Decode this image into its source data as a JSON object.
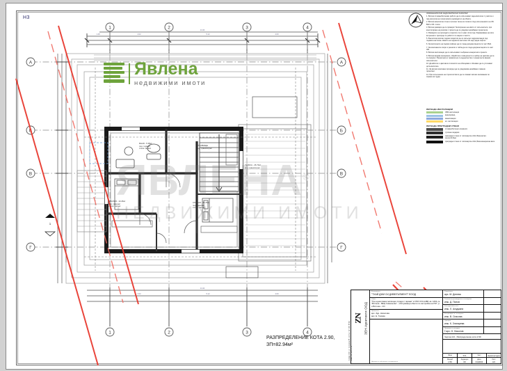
{
  "sheet": {
    "corner_label": "Н3",
    "plan_title_line1": "РАЗПРЕДЕЛЕНИЕ КОТА 2.90,",
    "plan_title_line2": "ЗП=82.94м²"
  },
  "logo": {
    "brand": "Явлена",
    "tagline": "недвижими имоти",
    "color": "#6ea33c"
  },
  "watermark": {
    "main": "ЯВЛЕНА",
    "registered": "®",
    "sub": "НЕДВИЖИМИ ИМОТИ"
  },
  "notes": {
    "heading": "ОБЯСНЕНИЯ КЪМ ЗАДЪЛЖИТЕЛНИ ХАРАКТЕР",
    "items": [
      "1. Всички стоманобетонови работи да се изпълняват задължително с участие и под контрола на техническия ръководител на обекта.",
      "2. Всички монолитни стени и колони тяхна се полагат след изпълнението на СБ. Вий и СБ. плочи.",
      "3. Всички размери да се проверят безпогрешно на място от изпълнителя, при констатиране на разлика с проекта да се уведоми незабавно проектанта.",
      "4. Размерите на проходите и вратите са от ниво готов под. Изравняване на кота вътрешни и прозорци се работят по мерки от място.",
      "5. Във всички всички подови покрития да се изпълни хидроизолация под първата настилка. Нивото на подовите настилки 1% над подов софтит.",
      "6. За височините на подови сифони да се гледа документацията по част ВиК.",
      "7. За монтажните опори и решетки и табла да се гледа документацията по част ОВ.",
      "8. Всички инсталации да се изпълняват съобразно конкретните проекти.",
      "9. Всички видове материали, обработки и повърхности и набор на цветове да се съгласува с Проектанта в тримесечно сътрудничество с конкретните фирми изпълнители.",
      "10. Детайлите и цветовете плоскости на облицовки и обшивки да се уточняват допълнително.",
      "11. За всички монтажни прозорци да се уведомява незабавно главния проектант.",
      "12. При изпълнение на строителството да се спазват всички изисквания по охрана на труда."
    ]
  },
  "legend": {
    "title_top": "ЛЕГЕНДА ИНСТАЛАЦИИ",
    "rows_top": [
      {
        "label": "ОВК инсталация",
        "color": "#a9d18e"
      },
      {
        "label": "водопровод",
        "color": "#9dc3e6"
      },
      {
        "label": "канализация",
        "color": "#8faadc"
      },
      {
        "label": "ел. инсталация",
        "color": "#ffd966"
      }
    ],
    "title_bottom": "ЛЕГЕНДА ПРЕГРАДНИ СТЕНИ",
    "rows_bottom": [
      {
        "label": "стоманобетонни елементи",
        "color": "#4d4d4d"
      },
      {
        "label": "тухлена зидария",
        "color": "#2f2f2f"
      },
      {
        "label": "преградни стени от гипсокартон 2х12,5мм-метал. скелет/2,5мм",
        "color": "#1f1f1f"
      },
      {
        "label": "преградни стени от гипсокартон 2х12,5мм-минерална вата",
        "color": "#111111"
      }
    ]
  },
  "grid": {
    "top_markers": [
      "1",
      "2",
      "3",
      "4"
    ],
    "left_markers": [
      "А",
      "Б",
      "В",
      "Г"
    ],
    "right_markers": [
      "А",
      "Б",
      "В",
      "Г"
    ],
    "bottom_markers": [
      "1",
      "2",
      "3",
      "4"
    ]
  },
  "rooms": [
    {
      "name": "БАНЯ - 5.38м²",
      "sub": "под: теракот",
      "sub2": "стени: фаянс"
    },
    {
      "name": "ТЕРАСА - 26.72м²",
      "sub": "под: гранитогрес"
    },
    {
      "name": "СПАЛНЯ - 14.25м²",
      "sub": "под: ламинат",
      "sub2": "стени: латекс"
    },
    {
      "name": "СПАЛНЯ - 13.26м²",
      "sub": "под: ламинат",
      "sub2": "стени: латекс"
    },
    {
      "name": "СТЪЛБИЩЕ",
      "sub": "под: гранитогрес"
    }
  ],
  "title_block": {
    "studio": {
      "monogram": "ZN",
      "name": "ЗЕН Архитекти ООД",
      "address": "София 1000, ул. Солунска 45, ет.2 тел: 02 / 981 65 44; факс: 02 / 986 37 12"
    },
    "builder": {
      "caption": "Възложител:",
      "value": "\"ТХАЙ ДЖИ СИ ДИВЕЛЪПМЕНТ\" ЕООД"
    },
    "object": {
      "caption": "Обект:",
      "value": "\"Три едноетажни жилищни сгради с гаражи\" в УПИ XVII-1488, кв. 126А, м. \"Витоша - ВЕЦ Симеоново\" - обслужващи обекти по застройка на ПИ\", р-н Витоша - СО"
    },
    "designer": {
      "caption": "Проектант:",
      "value1": "арх. Здр. Николова",
      "value2": "арх. Е. Томова"
    },
    "footer_note": "Чертежът е собственост на проектанта",
    "staff": [
      {
        "caption": "Разработил:",
        "value": "арх. М. Денева"
      },
      {
        "caption": "Технически ръководител и отговорник:",
        "value": "инж. Д. Попов"
      },
      {
        "caption": "Конструктивна част:",
        "value": "инж. Л. Агаджани"
      },
      {
        "caption": "Контролирал и съгласувал:",
        "value": "инж. В. Спасова"
      },
      {
        "caption": "Одобрил:",
        "value": "инж. К. Златарева"
      },
      {
        "caption": "Проверил и утвърдил:",
        "value": "Г.арх. Н. Николов"
      }
    ],
    "sheet_name": "Чертеж Н3 - Разпределение кота 2.90",
    "bottom": {
      "fase_caption": "Фаза",
      "fase_value": "Т.П.",
      "part_caption": "Част",
      "part_value": "Архитектура",
      "scale_caption": "Мащаб",
      "scale_value": "1:50",
      "rev_caption": "Редакция",
      "rev_value": "00",
      "date_caption": "Дата",
      "date_value": "01/2004",
      "sheet_caption": "Лист",
      "sheet_value": "Н3"
    }
  }
}
